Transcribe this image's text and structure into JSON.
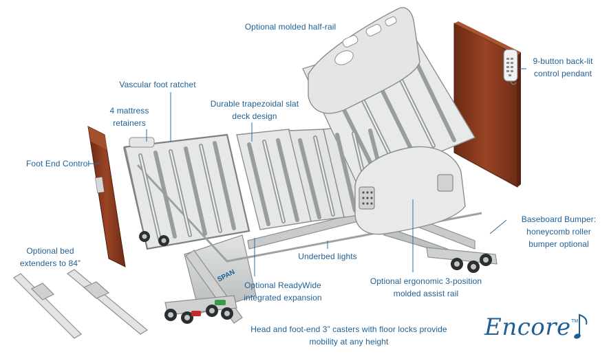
{
  "labels": {
    "half_rail": "Optional molded half-rail",
    "control_pendant": "9-button back-lit\ncontrol pendant",
    "vascular": "Vascular foot ratchet",
    "mattress_retainers": "4 mattress\nretainers",
    "slat_deck": "Durable trapezoidal slat\ndeck design",
    "foot_end_control": "Foot End Control",
    "baseboard_bumper": "Baseboard Bumper:\nhoneycomb roller\nbumper optional",
    "bed_extenders": "Optional bed\nextenders to 84”",
    "underbed_lights": "Underbed lights",
    "readywide": "Optional ReadyWide\nintegrated expansion",
    "assist_rail": "Optional ergonomic 3-position\nmolded assist rail",
    "casters": "Head and foot-end 3” casters with floor locks provide\nmobility at any height",
    "brand_logo": "Encore",
    "trademark": "TM",
    "frame_brand": "SPAN"
  },
  "colors": {
    "label_blue": "#1d5f95",
    "leader_line": "#2b6da3",
    "frame_grey": "#c9cbcb",
    "frame_shadow": "#9a9d9e",
    "wood": "#8a3a1f",
    "brake_red": "#c42b2b",
    "brake_green": "#3c9a47"
  }
}
